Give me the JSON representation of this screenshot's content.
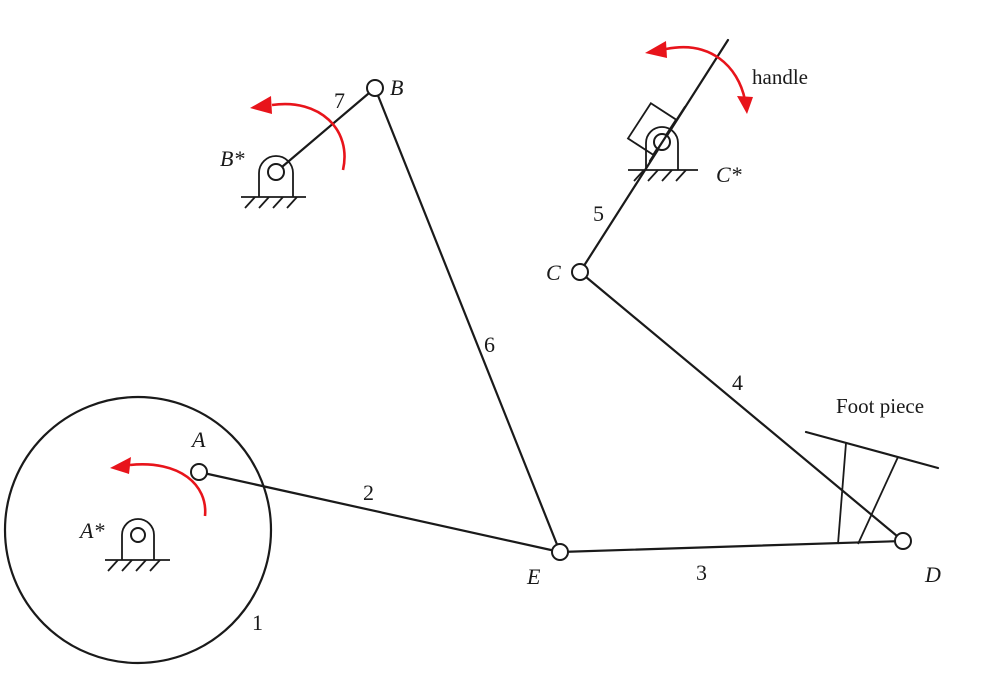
{
  "labels": {
    "A": "A",
    "A_star": "A*",
    "B": "B",
    "B_star": "B*",
    "C": "C",
    "C_star": "C*",
    "D": "D",
    "E": "E"
  },
  "link_numbers": {
    "l1": "1",
    "l2": "2",
    "l3": "3",
    "l4": "4",
    "l5": "5",
    "l6": "6",
    "l7": "7"
  },
  "annotations": {
    "handle": "handle",
    "foot_piece": "Foot piece"
  },
  "colors": {
    "line": "#1a1a1a",
    "rotation_arrow": "#e8141b",
    "background": "#ffffff"
  },
  "icons": {
    "fixed_pivot": "ground-pivot-icon",
    "joint": "revolute-joint-icon",
    "rotation": "curved-arrow-icon"
  }
}
